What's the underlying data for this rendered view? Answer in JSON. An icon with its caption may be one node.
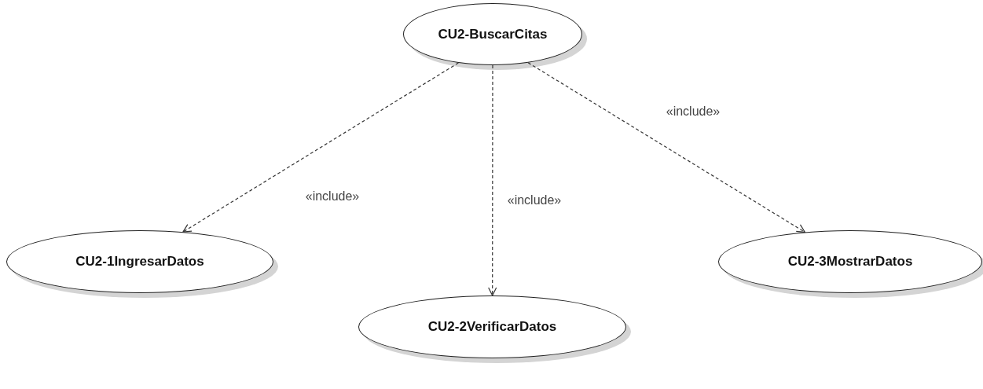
{
  "diagram": {
    "nodes": [
      {
        "text": [
          "CU2-BuscarCitas"
        ]
      },
      {
        "text": [
          "CU2-1IngresarDatos"
        ]
      },
      {
        "text": [
          "CU2-2VerificarDatos"
        ]
      },
      {
        "text": [
          "CU2-3MostrarDatos"
        ]
      }
    ],
    "edges": [
      {
        "from": 0,
        "to": 1,
        "arrow": "to",
        "label": "«include»",
        "style": "dashed"
      },
      {
        "from": 0,
        "to": 2,
        "arrow": "to",
        "label": "«include»",
        "style": "dashed"
      },
      {
        "from": 0,
        "to": 3,
        "arrow": "to",
        "label": "«include»",
        "style": "dashed"
      }
    ]
  }
}
